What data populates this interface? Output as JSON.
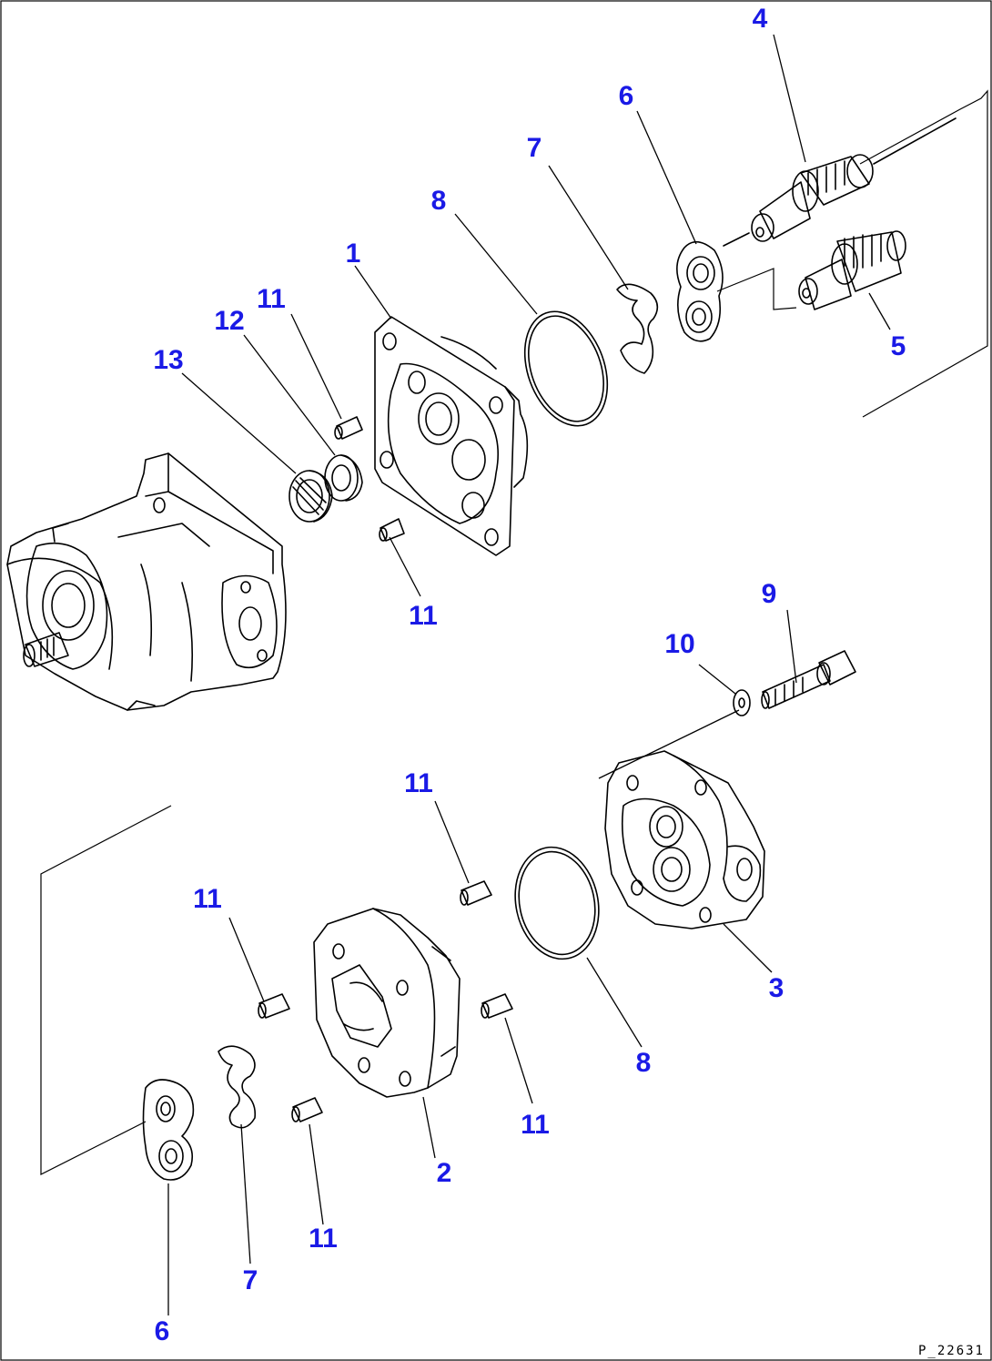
{
  "callouts": [
    {
      "id": "1",
      "label": "1"
    },
    {
      "id": "2",
      "label": "2"
    },
    {
      "id": "3",
      "label": "3"
    },
    {
      "id": "4",
      "label": "4"
    },
    {
      "id": "5",
      "label": "5"
    },
    {
      "id": "6a",
      "label": "6"
    },
    {
      "id": "6b",
      "label": "6"
    },
    {
      "id": "7a",
      "label": "7"
    },
    {
      "id": "7b",
      "label": "7"
    },
    {
      "id": "8a",
      "label": "8"
    },
    {
      "id": "8b",
      "label": "8"
    },
    {
      "id": "9",
      "label": "9"
    },
    {
      "id": "10",
      "label": "10"
    },
    {
      "id": "11a",
      "label": "11"
    },
    {
      "id": "11b",
      "label": "11"
    },
    {
      "id": "11c",
      "label": "11"
    },
    {
      "id": "11d",
      "label": "11"
    },
    {
      "id": "11e",
      "label": "11"
    },
    {
      "id": "11f",
      "label": "11"
    },
    {
      "id": "12",
      "label": "12"
    },
    {
      "id": "13",
      "label": "13"
    }
  ],
  "reference_code": "P_22631",
  "colors": {
    "callout": "#1a1ae6",
    "line": "#000000",
    "background": "#ffffff"
  }
}
